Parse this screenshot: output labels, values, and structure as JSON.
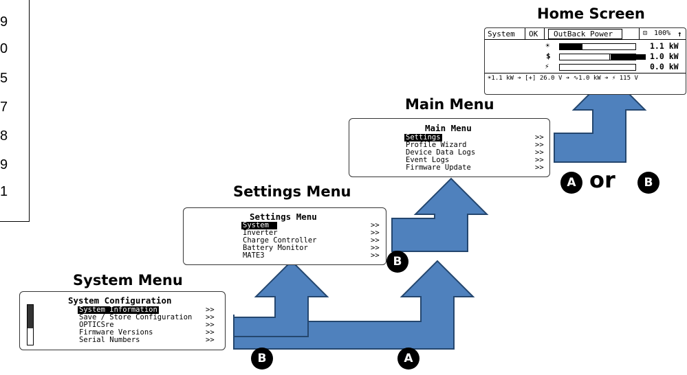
{
  "left_numbers": [
    "9",
    "0",
    "5",
    "7",
    "8",
    "9",
    "1"
  ],
  "labels": {
    "home": "Home Screen",
    "main": "Main Menu",
    "settings": "Settings Menu",
    "system": "System Menu"
  },
  "home_screen": {
    "cells": [
      "System",
      "OK",
      "OutBack Power",
      "100%"
    ],
    "rows": [
      {
        "icon": "sun-icon",
        "glyph": "☀",
        "value": "1.1 kW"
      },
      {
        "icon": "dollar-icon",
        "glyph": "$",
        "value": "1.0 kW"
      },
      {
        "icon": "plug-icon",
        "glyph": "⚡",
        "value": "0.0 kW"
      }
    ],
    "bottom_line": "☀1.1 kW ➔ [+] 26.0 V ➔ ∿1.0 kW ➔ ⚡ 115 V",
    "bar_levels": [
      0.3,
      0.46,
      0.0
    ]
  },
  "main_menu": {
    "title": "Main Menu",
    "items": [
      "Settings",
      "Profile Wizard",
      "Device Data Logs",
      "Event Logs",
      "Firmware Update"
    ],
    "arrow": ">>"
  },
  "settings_menu": {
    "title": "Settings Menu",
    "items": [
      "System",
      "Inverter",
      "Charge Controller",
      "Battery Monitor",
      "MATE3"
    ],
    "arrow": ">>"
  },
  "system_menu": {
    "title": "System Configuration",
    "items": [
      "System Information",
      "Save / Store Configuration",
      "OPTICSre",
      "Firmware Versions",
      "Serial Numbers"
    ],
    "arrow": ">>"
  },
  "badges": {
    "a": "A",
    "b": "B",
    "or": "or"
  },
  "colors": {
    "arrow_fill": "#4f81bd",
    "arrow_stroke": "#24466e"
  }
}
